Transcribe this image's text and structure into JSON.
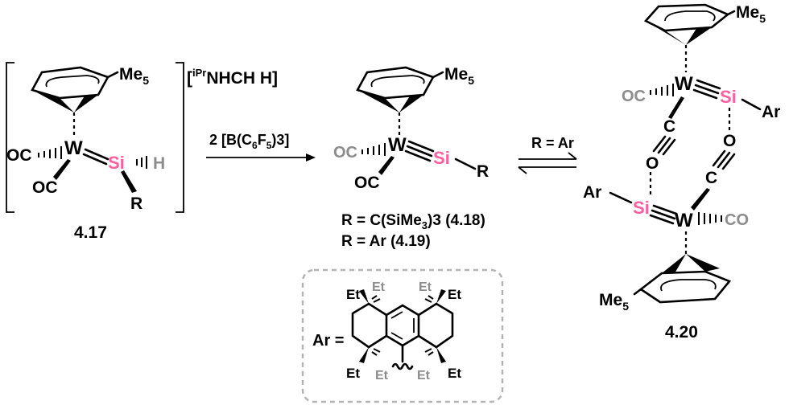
{
  "compound_417": {
    "label": "4.17",
    "me5": "Me",
    "me5_sub": "5",
    "w": "W",
    "si": "Si",
    "h": "H",
    "r": "R",
    "oc_top": "OC",
    "oc_bottom": "OC",
    "counterion_sup": "iPr",
    "counterion_main": "NHCH H"
  },
  "reagent": {
    "prefix": "2 [B(C",
    "sub1": "6",
    "mid": "F",
    "sub2": "5",
    "suffix": ")3]"
  },
  "compound_418_419": {
    "me5": "Me",
    "me5_sub": "5",
    "w": "W",
    "si": "Si",
    "r": "R",
    "oc_top": "OC",
    "oc_bottom": "OC",
    "r_def_1a": "R = C(SiMe",
    "r_def_1sub": "3",
    "r_def_1b": ")3 (4.18)",
    "r_def_2": "R = Ar (4.19)"
  },
  "equilibrium": {
    "label": "R = Ar"
  },
  "compound_420": {
    "label": "4.20",
    "top_me5": "Me",
    "top_me5_sub": "5",
    "bottom_me5": "Me",
    "bottom_me5_sub": "5",
    "w_top": "W",
    "w_bottom": "W",
    "si_top": "Si",
    "si_bottom": "Si",
    "ar_top": "Ar",
    "ar_bottom": "Ar",
    "oc_top": "OC",
    "co_bottom": "CO",
    "c_left": "C",
    "o_left": "O",
    "c_right": "C",
    "o_right": "O"
  },
  "ar_box": {
    "ar_eq": "Ar =",
    "et_labels": [
      "Et",
      "Et",
      "Et",
      "Et",
      "Et",
      "Et",
      "Et",
      "Et"
    ]
  },
  "colors": {
    "silicon": "#ff5fa0",
    "carbonyl_gray": "#8c8c8c",
    "bond": "#000000"
  }
}
